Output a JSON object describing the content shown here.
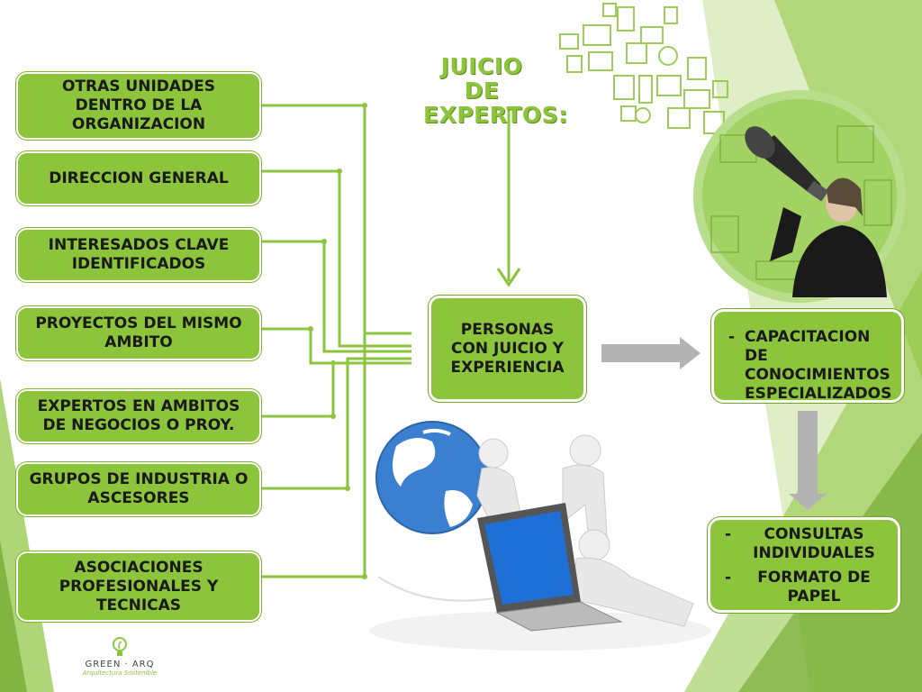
{
  "title": "JUICIO DE EXPERTOS:",
  "sources": [
    {
      "label": "OTRAS UNIDADES DENTRO DE LA ORGANIZACION"
    },
    {
      "label": "DIRECCION GENERAL"
    },
    {
      "label": "INTERESADOS CLAVE IDENTIFICADOS"
    },
    {
      "label": "PROYECTOS DEL MISMO AMBITO"
    },
    {
      "label": "EXPERTOS EN AMBITOS DE NEGOCIOS O PROY."
    },
    {
      "label": "GRUPOS DE INDUSTRIA O ASCESORES"
    },
    {
      "label": "ASOCIACIONES PROFESIONALES Y TECNICAS"
    }
  ],
  "center_box": {
    "label": "PERSONAS CON JUICIO Y EXPERIENCIA"
  },
  "outputs": {
    "training": [
      "CAPACITACION DE CONOCIMIENTOS ESPECIALIZADOS"
    ],
    "consult": [
      "CONSULTAS INDIVIDUALES",
      "FORMATO DE PAPEL"
    ]
  },
  "logo": {
    "name": "GREEN · ARQ",
    "tagline": "Arquitectura Sostenible"
  },
  "colors": {
    "box_fill": "#8cc43c",
    "line": "#8cc43c",
    "arrow_gray": "#b3b3b3",
    "accent_dark": "#5d8c1c"
  },
  "icons": [
    "megaphone-person-icon",
    "globe-laptop-people-icon",
    "device-icons-cluster",
    "lightbulb-logo-icon"
  ]
}
